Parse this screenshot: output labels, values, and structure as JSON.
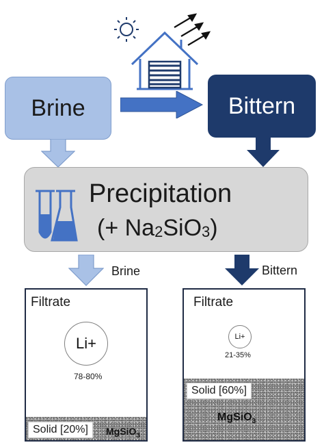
{
  "nodes": {
    "brine": "Brine",
    "bittern": "Bittern",
    "precipitation": "Precipitation",
    "reagent_prefix": "(+ Na",
    "reagent_sub1": "2",
    "reagent_mid": "SiO",
    "reagent_sub2": "3",
    "reagent_suffix": ")"
  },
  "branches": {
    "left": {
      "label": "Brine",
      "filtrate_title": "Filtrate",
      "ion": "Li+",
      "recovery": "78-80%",
      "solid_label": "Solid [20%]",
      "solid_prefix": "MgSiO",
      "solid_sub": "3"
    },
    "right": {
      "label": "Bittern",
      "filtrate_title": "Filtrate",
      "ion": "Li+",
      "recovery": "21-35%",
      "solid_label": "Solid [60%]",
      "solid_prefix": "MgSiO",
      "solid_sub": "3"
    }
  },
  "icons": [
    "sun-icon",
    "evaporation-house-icon",
    "evaporation-arrows-icon",
    "flask-icon",
    "test-tube-icon"
  ],
  "colors": {
    "light_blue": "#a9c1e6",
    "mid_blue": "#4472c4",
    "dark_blue": "#1e3a6b",
    "gray_box": "#d7d7d7"
  }
}
